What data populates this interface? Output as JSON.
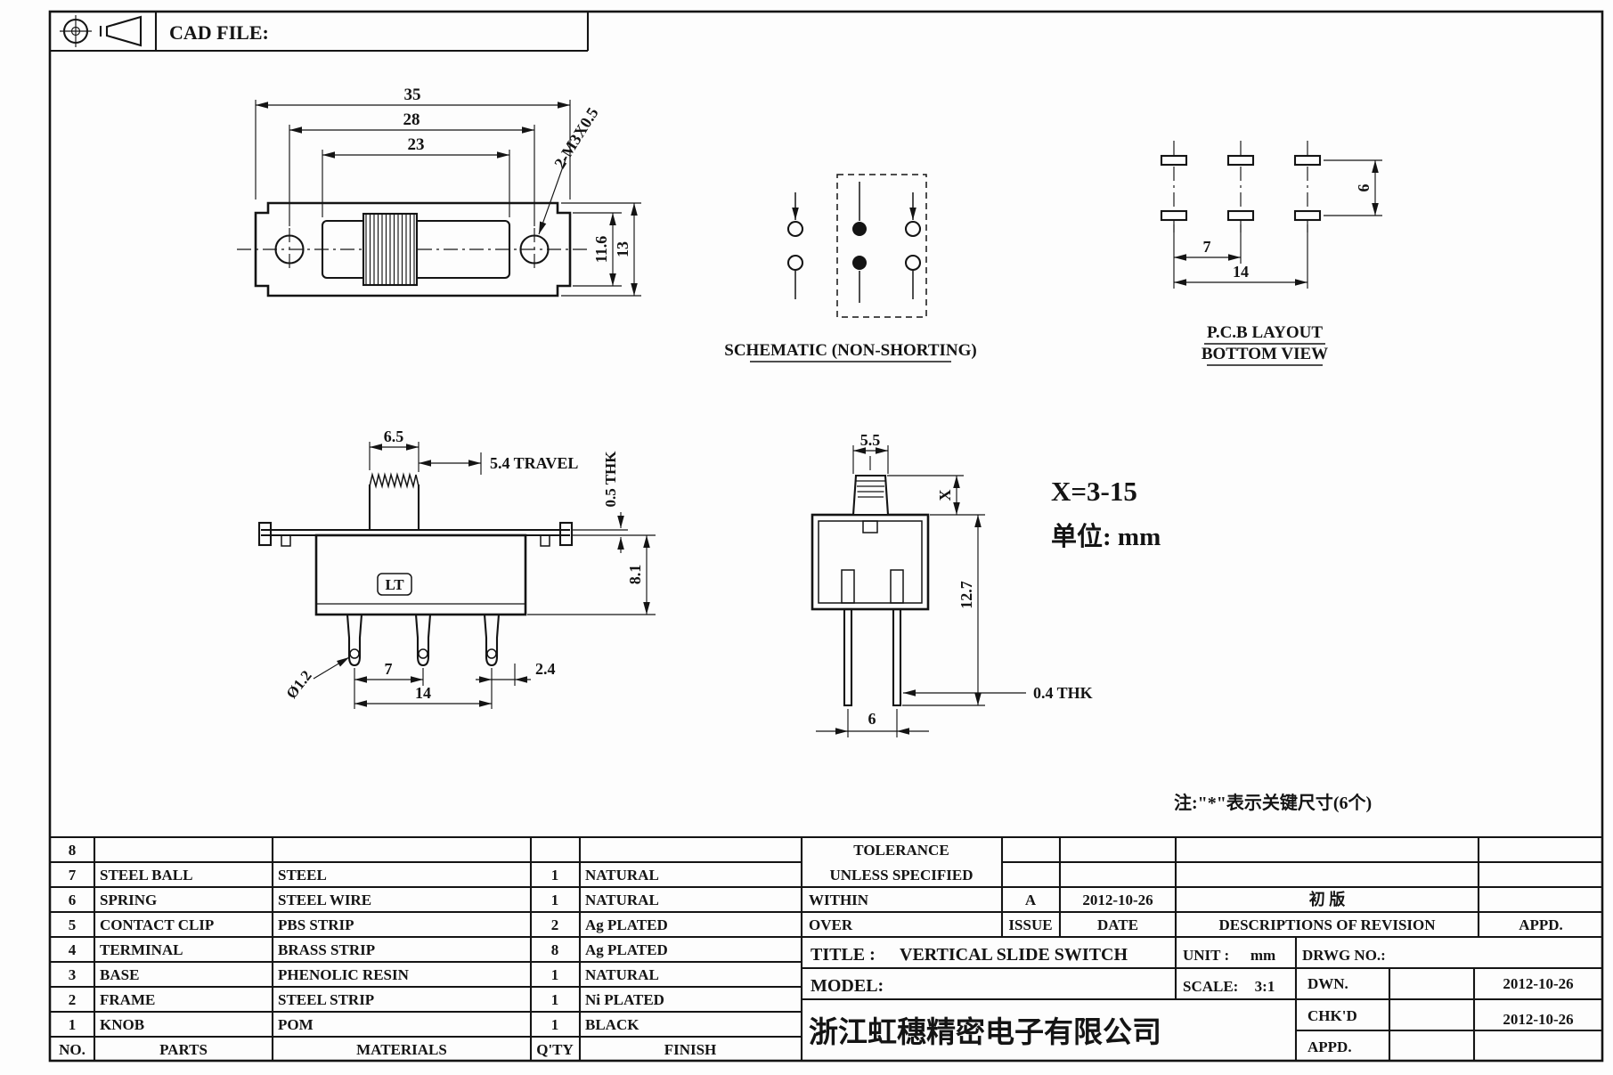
{
  "sheet": {
    "cad_file_label": "CAD FILE:"
  },
  "views": {
    "front": {
      "dim_width": "35",
      "dim_hole_span": "28",
      "dim_window": "23",
      "screw_callout": "2-M3X0.5",
      "dim_inner_height": "11.6",
      "dim_height": "13"
    },
    "schematic": {
      "caption": "SCHEMATIC (NON-SHORTING)"
    },
    "pcb": {
      "caption_line1": "P.C.B LAYOUT",
      "caption_line2": "BOTTOM VIEW",
      "dim_row_gap": "6",
      "dim_pitch": "7",
      "dim_span": "14"
    },
    "side": {
      "dim_knob_width": "6.5",
      "dim_travel": "5.4 TRAVEL",
      "dim_plate_thk": "0.5 THK",
      "dim_body_height": "8.1",
      "marking": "LT",
      "dim_hole_dia": "Ø1.2",
      "dim_pitch": "7",
      "dim_span": "14",
      "dim_offset": "2.4"
    },
    "end": {
      "dim_knob_width": "5.5",
      "dim_knob_height": "X",
      "dim_body_height": "12.7",
      "dim_leg_thk": "0.4 THK",
      "dim_leg_span": "6",
      "x_range_note": "X=3-15",
      "unit_note": "单位: mm"
    },
    "key_note": "注:\"*\"表示关键尺寸(6个)"
  },
  "bom": {
    "headers": {
      "no": "NO.",
      "parts": "PARTS",
      "materials": "MATERIALS",
      "qty": "Q'TY",
      "finish": "FINISH"
    },
    "rows": [
      {
        "no": "8",
        "parts": "",
        "materials": "",
        "qty": "",
        "finish": ""
      },
      {
        "no": "7",
        "parts": "STEEL BALL",
        "materials": "STEEL",
        "qty": "1",
        "finish": "NATURAL"
      },
      {
        "no": "6",
        "parts": "SPRING",
        "materials": "STEEL WIRE",
        "qty": "1",
        "finish": "NATURAL"
      },
      {
        "no": "5",
        "parts": "CONTACT CLIP",
        "materials": "PBS STRIP",
        "qty": "2",
        "finish": "Ag PLATED"
      },
      {
        "no": "4",
        "parts": "TERMINAL",
        "materials": "BRASS STRIP",
        "qty": "8",
        "finish": "Ag PLATED"
      },
      {
        "no": "3",
        "parts": "BASE",
        "materials": "PHENOLIC RESIN",
        "qty": "1",
        "finish": "NATURAL"
      },
      {
        "no": "2",
        "parts": "FRAME",
        "materials": "STEEL STRIP",
        "qty": "1",
        "finish": "Ni PLATED"
      },
      {
        "no": "1",
        "parts": "KNOB",
        "materials": "POM",
        "qty": "1",
        "finish": "BLACK"
      }
    ]
  },
  "title_block": {
    "tolerance_line1": "TOLERANCE",
    "tolerance_line2": "UNLESS  SPECIFIED",
    "within_label": "WITHIN",
    "over_label": "OVER",
    "revision": {
      "issue_value": "A",
      "date_value": "2012-10-26",
      "description_value": "初  版",
      "issue_label": "ISSUE",
      "date_label": "DATE",
      "description_label": "DESCRIPTIONS OF REVISION",
      "appd_label": "APPD."
    },
    "title_label": "TITLE :",
    "title_value": "VERTICAL SLIDE SWITCH",
    "unit_label": "UNIT :",
    "unit_value": "mm",
    "drwg_no_label": "DRWG NO.:",
    "model_label": "MODEL:",
    "scale_label": "SCALE:",
    "scale_value": "3:1",
    "dwn_label": "DWN.",
    "dwn_date": "2012-10-26",
    "chkd_label": "CHK'D",
    "chkd_date": "2012-10-26",
    "appd_label": "APPD.",
    "company": "浙江虹穗精密电子有限公司"
  }
}
